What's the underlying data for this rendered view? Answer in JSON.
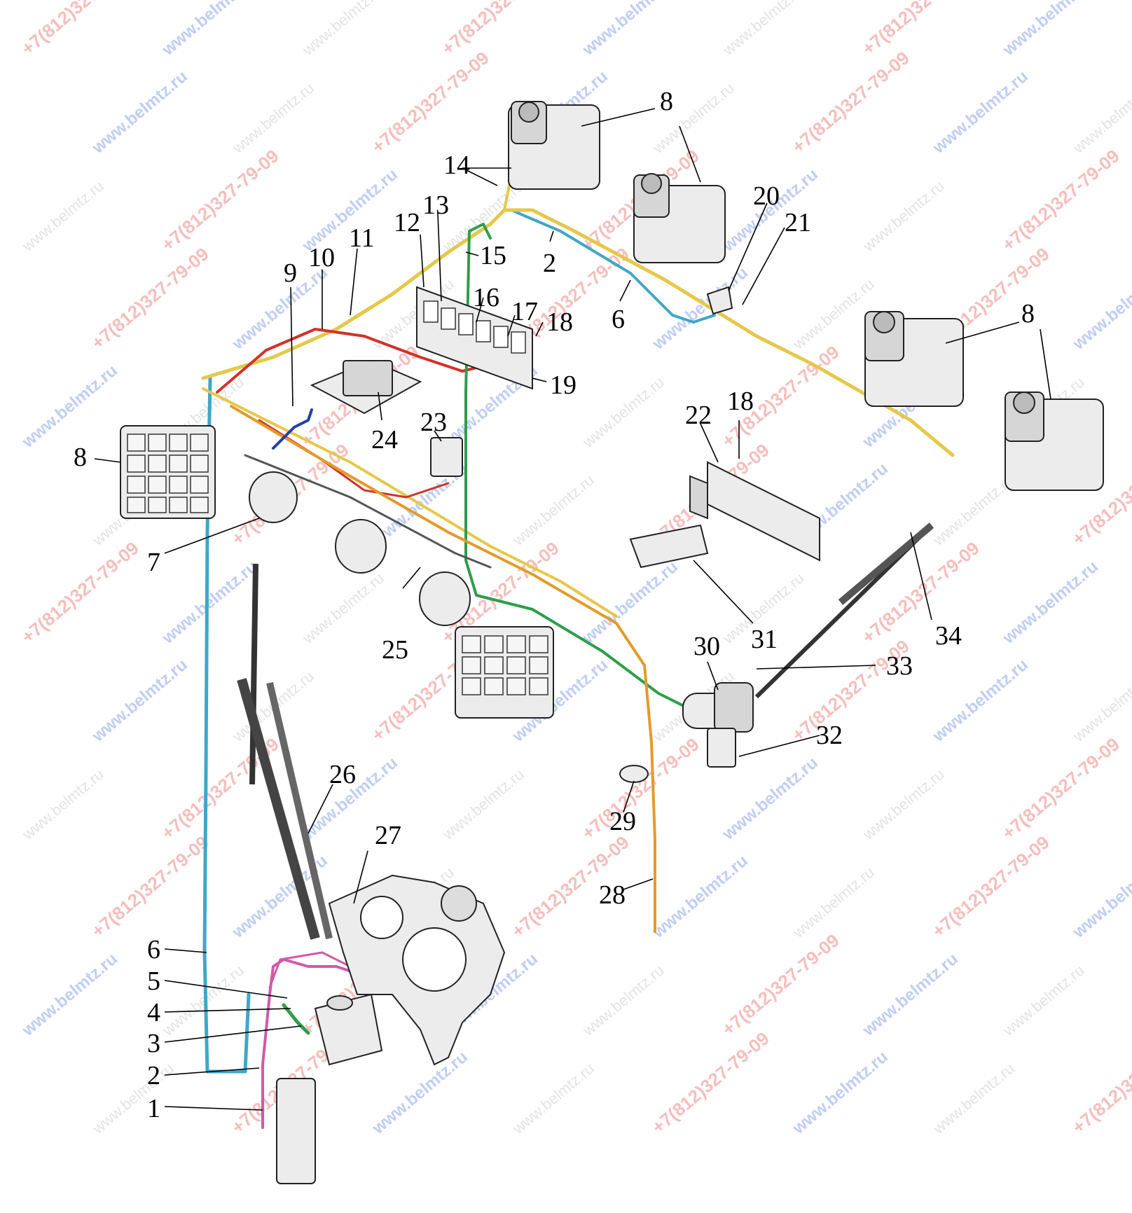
{
  "watermarks": {
    "site": "www.belmtz.ru",
    "phone": "+7(812)327-79-09"
  },
  "callouts": [
    "1",
    "2",
    "3",
    "4",
    "5",
    "6",
    "7",
    "8",
    "9",
    "10",
    "11",
    "12",
    "13",
    "14",
    "15",
    "16",
    "17",
    "18",
    "19",
    "20",
    "21",
    "22",
    "23",
    "24",
    "25",
    "26",
    "27",
    "28",
    "29",
    "30",
    "31",
    "32",
    "33",
    "34"
  ],
  "wire_colors": {
    "blue": "#3fa7c9",
    "yellow": "#e5c84a",
    "red": "#d2322a",
    "green": "#2e9e4a",
    "orange": "#e39a2b",
    "pink": "#d05aa8",
    "navy": "#1f3fae"
  }
}
